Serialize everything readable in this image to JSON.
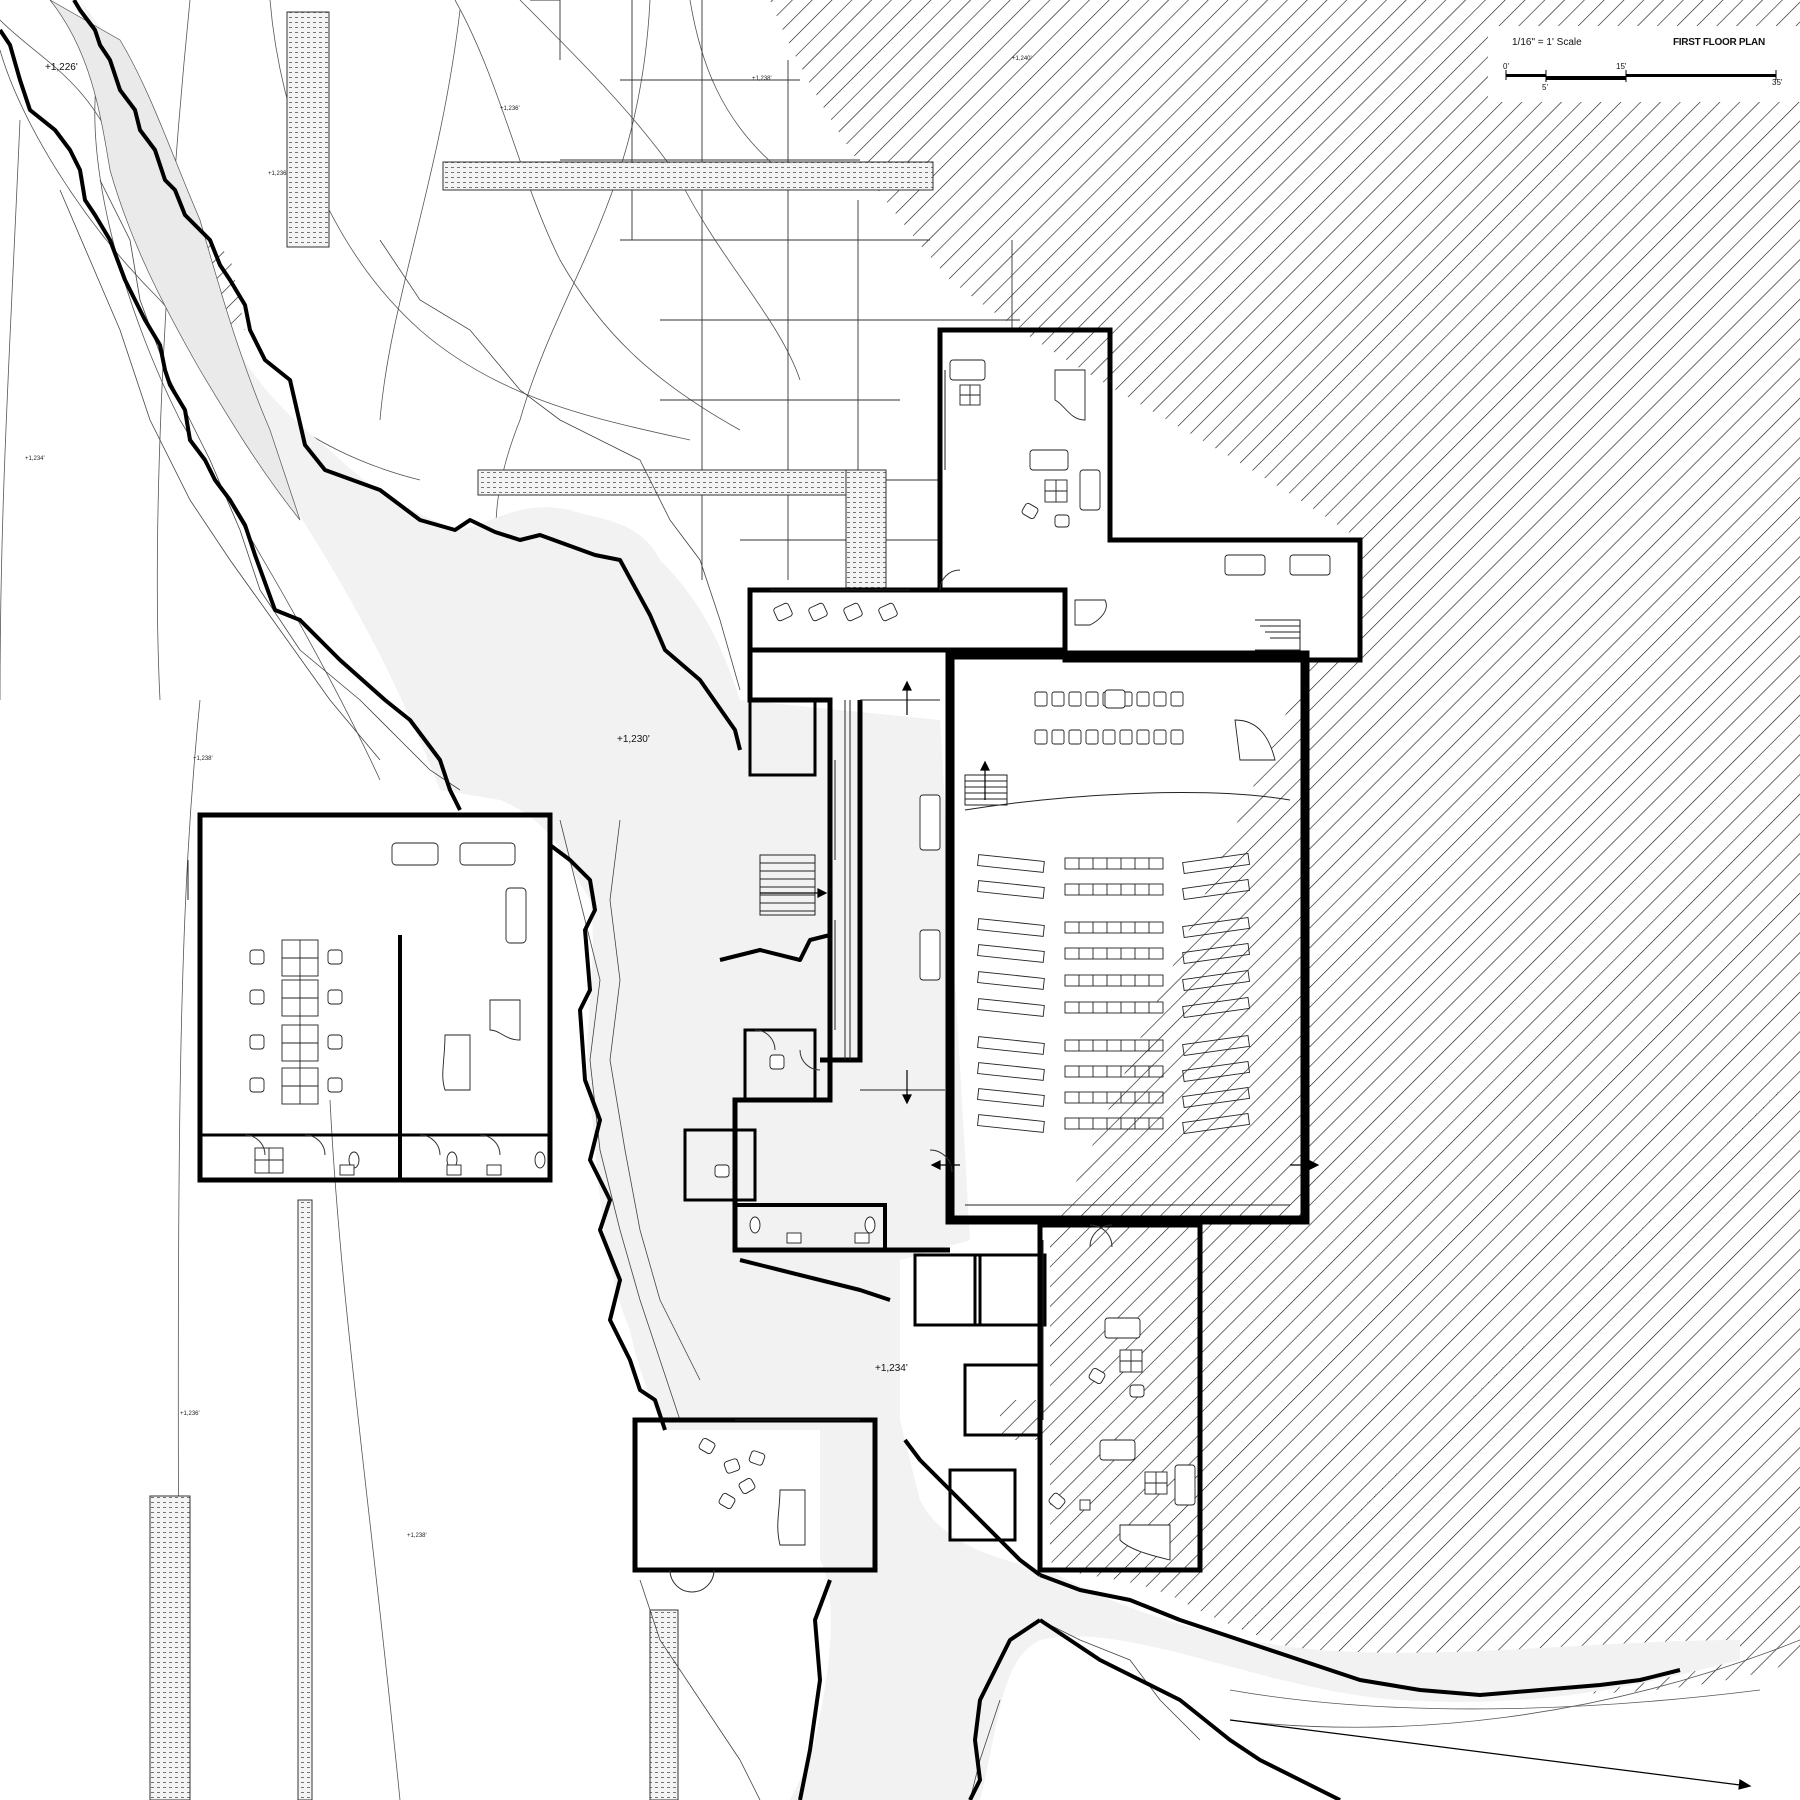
{
  "legend": {
    "scale_label": "1/16\" = 1'  Scale",
    "plan_title": "FIRST FLOOR PLAN",
    "ticks": [
      "0'",
      "5'",
      "15'",
      "35'"
    ]
  },
  "elevations": {
    "main": [
      "+1,226'",
      "+1,230'",
      "+1,234'"
    ],
    "contours": [
      "+1,234'",
      "+1,236'",
      "+1,238'",
      "+1,240'",
      "+1,236'",
      "+1,238'",
      "+1,236'",
      "+1,238'"
    ]
  },
  "rooms": {
    "seat_rows": 10
  },
  "colors": {
    "wall": "#000000",
    "path_fill": "#f2f2f2",
    "hatch": "#111111",
    "line": "#333333"
  }
}
